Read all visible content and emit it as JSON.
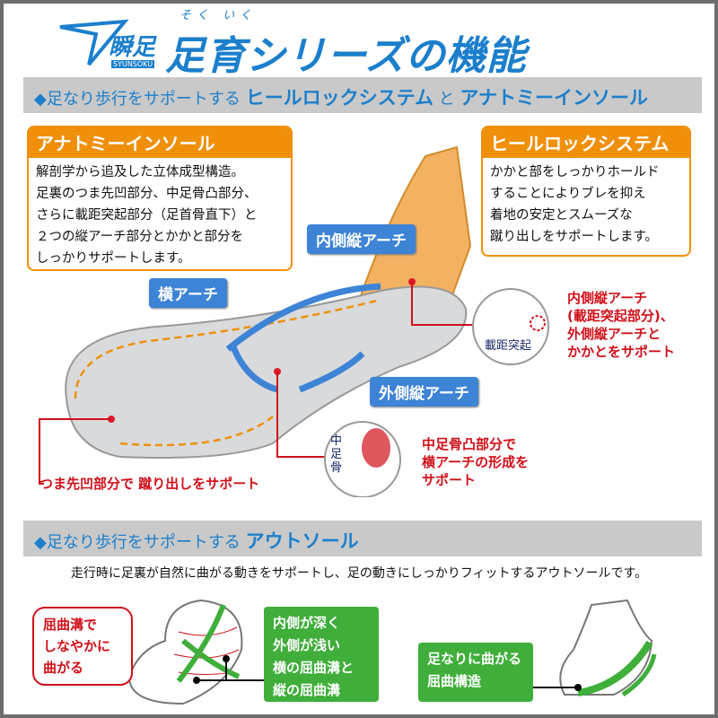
{
  "logo": {
    "text": "瞬足",
    "sub": "SYUNSOKU"
  },
  "header": {
    "ruby": "そく いく",
    "title": "足育シリーズの機能"
  },
  "section1": {
    "prefix": "◆足なり歩行をサポートする ",
    "em1": "ヒールロックシステム",
    "mid": " と ",
    "em2": "アナトミーインソール"
  },
  "anatomy_box": {
    "title": "アナトミーインソール",
    "body": "解剖学から追及した立体成型構造。\n足裏のつま先凹部分、中足骨凸部分、\nさらに載距突起部分（足首骨直下）と\n２つの縦アーチ部分とかかと部分を\nしっかりサポートします。"
  },
  "heel_box": {
    "title": "ヒールロックシステム",
    "body": "かかと部をしっかりホールド\nすることによりブレを抑え\n着地の安定とスムーズな\n蹴り出しをサポートします。"
  },
  "labels": {
    "inner_arch": "内側縦アーチ",
    "transverse_arch": "横アーチ",
    "outer_arch": "外側縦アーチ"
  },
  "notes": {
    "talus": "載距突起",
    "talus_note": "内側縦アーチ\n(載距突起部分)、\n外側縦アーチと\nかかとをサポート",
    "metatarsal": "中\n足\n骨",
    "metatarsal_note": "中足骨凸部分で\n横アーチの形成を\nサポート",
    "toe_note": "つま先凹部分で 蹴り出しをサポート"
  },
  "section2": {
    "prefix": "◆足なり歩行をサポートする ",
    "em": "アウトソール"
  },
  "outsole": {
    "desc": "走行時に足裏が自然に曲がる動きをサポートし、足の動きにしっかりフィットするアウトソールです。",
    "bubble": "屈曲溝で\nしなやかに\n曲がる",
    "box1": "内側が深く\n外側が浅い\n横の屈曲溝と\n縦の屈曲溝",
    "box2": "足なりに曲がる\n屈曲構造"
  },
  "colors": {
    "blue": "#1b7fcc",
    "orange": "#f0900a",
    "red": "#d0101a",
    "green": "#3fae3a"
  }
}
